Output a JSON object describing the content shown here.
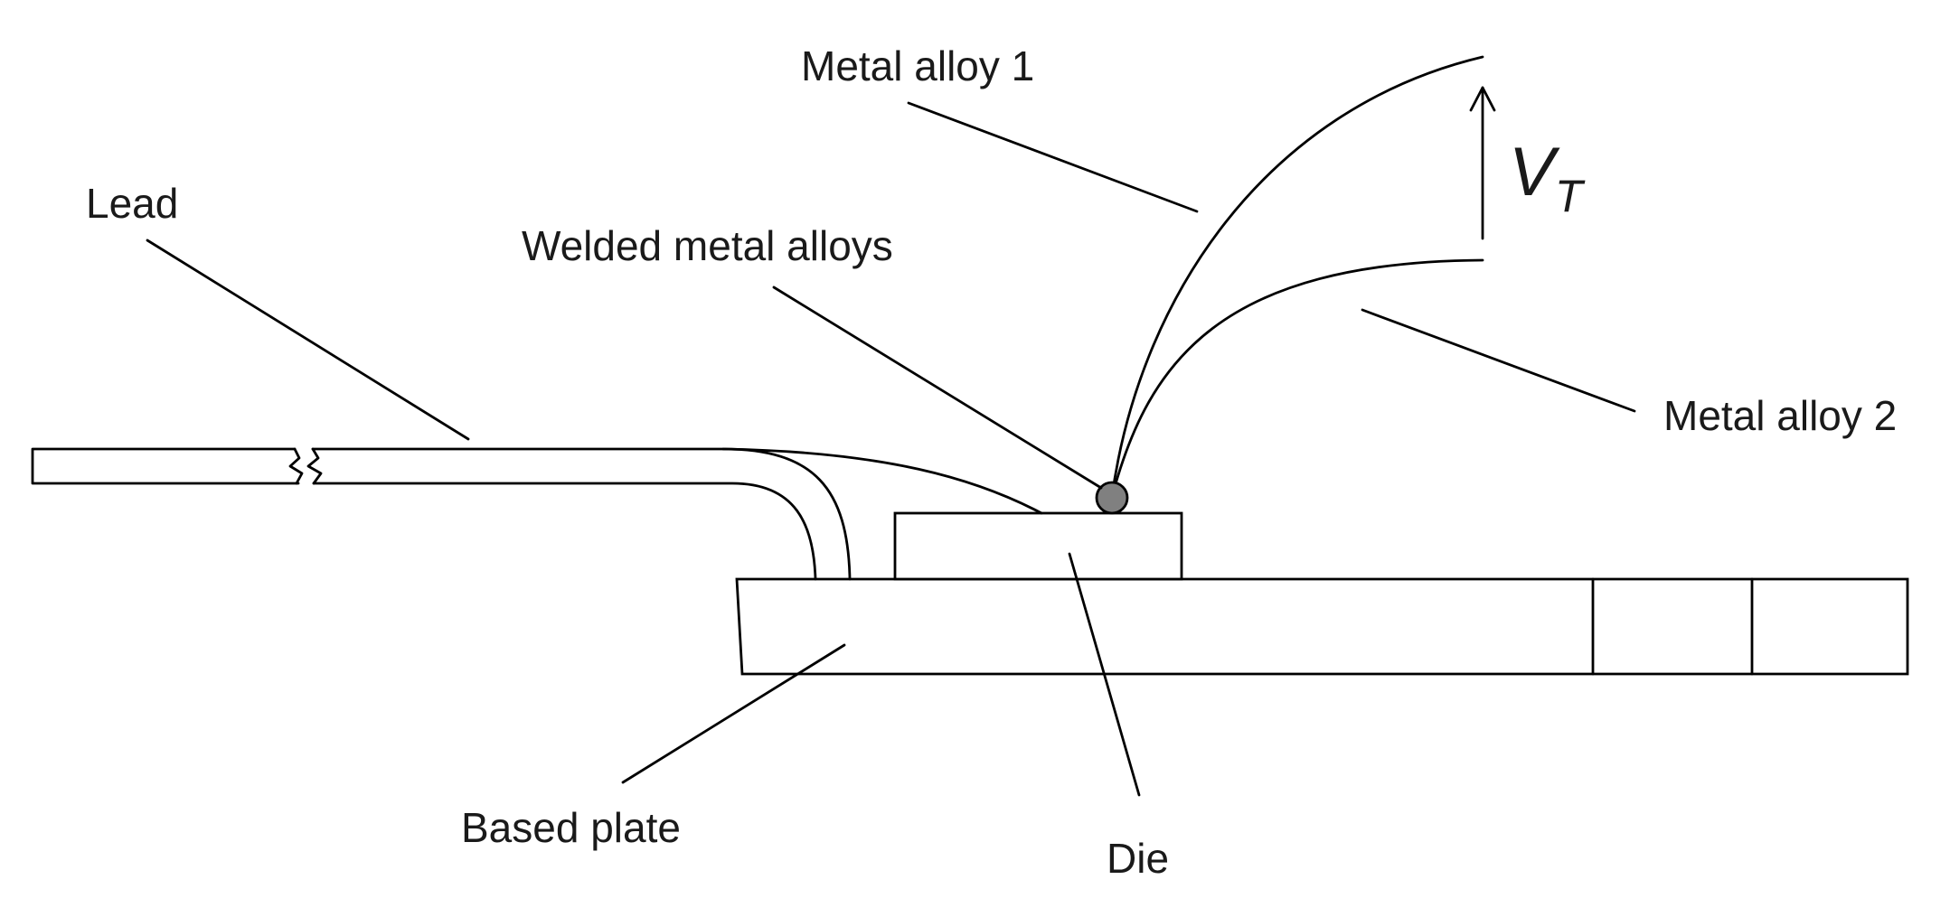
{
  "labels": {
    "lead": "Lead",
    "welded": "Welded metal alloys",
    "alloy1": "Metal alloy 1",
    "alloy2": "Metal alloy 2",
    "based_plate": "Based plate",
    "die": "Die",
    "vt_main": "V",
    "vt_sub": "T"
  },
  "colors": {
    "line": "#000000",
    "text": "#1a1a1a",
    "weld": "#808080"
  }
}
